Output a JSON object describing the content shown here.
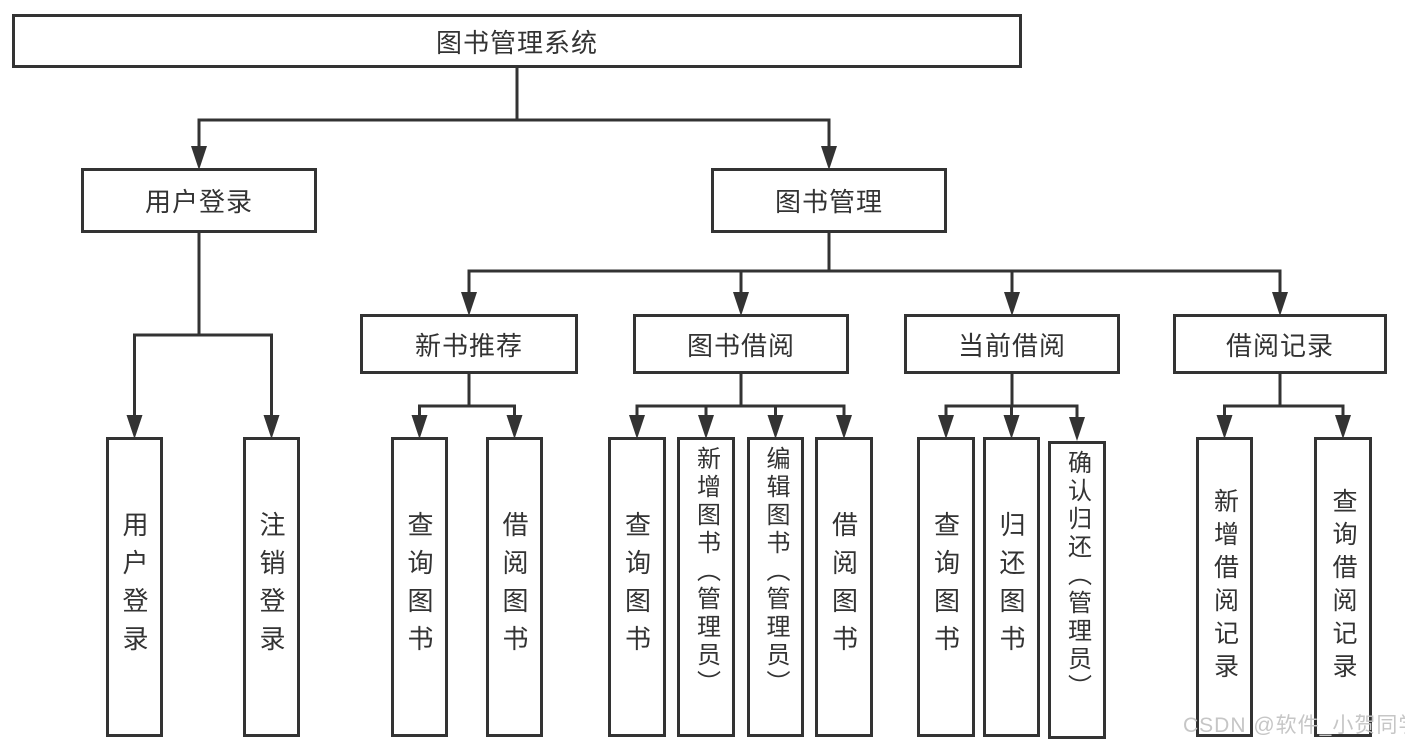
{
  "diagram": {
    "root": {
      "label": "图书管理系统"
    },
    "level1": [
      {
        "label": "用户登录"
      },
      {
        "label": "图书管理"
      }
    ],
    "level2": [
      {
        "label": "新书推荐"
      },
      {
        "label": "图书借阅"
      },
      {
        "label": "当前借阅"
      },
      {
        "label": "借阅记录"
      }
    ],
    "leaves": {
      "user_login": [
        "用户登录",
        "注销登录"
      ],
      "new_books": [
        "查询图书",
        "借阅图书"
      ],
      "book_borrow": [
        "查询图书",
        "新增图书（管理员）",
        "编辑图书（管理员）",
        "借阅图书"
      ],
      "current_borrow": [
        "查询图书",
        "归还图书",
        "确认归还（管理员）"
      ],
      "borrow_records": [
        "新增借阅记录",
        "查询借阅记录"
      ]
    }
  },
  "watermark": {
    "text": "CSDN @软件_小贺同学"
  },
  "colors": {
    "line": "#333333",
    "text": "#333333",
    "watermark": "#c6c6c6",
    "background": "#ffffff"
  }
}
